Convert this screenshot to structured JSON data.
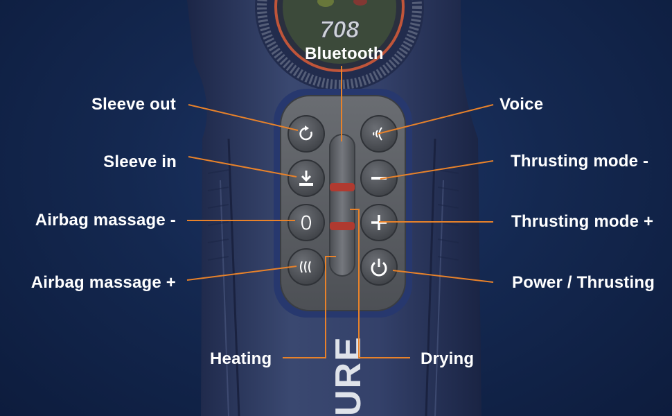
{
  "display": {
    "logo_text": "708"
  },
  "device_brand_text": "URE",
  "labels": {
    "sleeve_out": "Sleeve out",
    "sleeve_in": "Sleeve in",
    "airbag_minus": "Airbag massage -",
    "airbag_plus": "Airbag massage +",
    "bluetooth": "Bluetooth",
    "voice": "Voice",
    "thrusting_minus": "Thrusting mode -",
    "thrusting_plus": "Thrusting mode +",
    "power": "Power / Thrusting",
    "heating": "Heating",
    "drying": "Drying"
  },
  "icons": {
    "sleeve_out": "rotate-icon",
    "sleeve_in": "download-icon",
    "airbag_minus": "compress-wave-icon",
    "airbag_plus": "expand-wave-icon",
    "voice": "voice-wave-icon",
    "thrusting_minus": "minus-icon",
    "thrusting_plus": "plus-icon",
    "power": "power-icon"
  },
  "colors": {
    "background": "#142850",
    "leader_line": "#e8822a",
    "label_text": "#ffffff",
    "device_body": "#2d3a5e",
    "panel": "#5a5d62",
    "indicator": "#c0392b"
  }
}
